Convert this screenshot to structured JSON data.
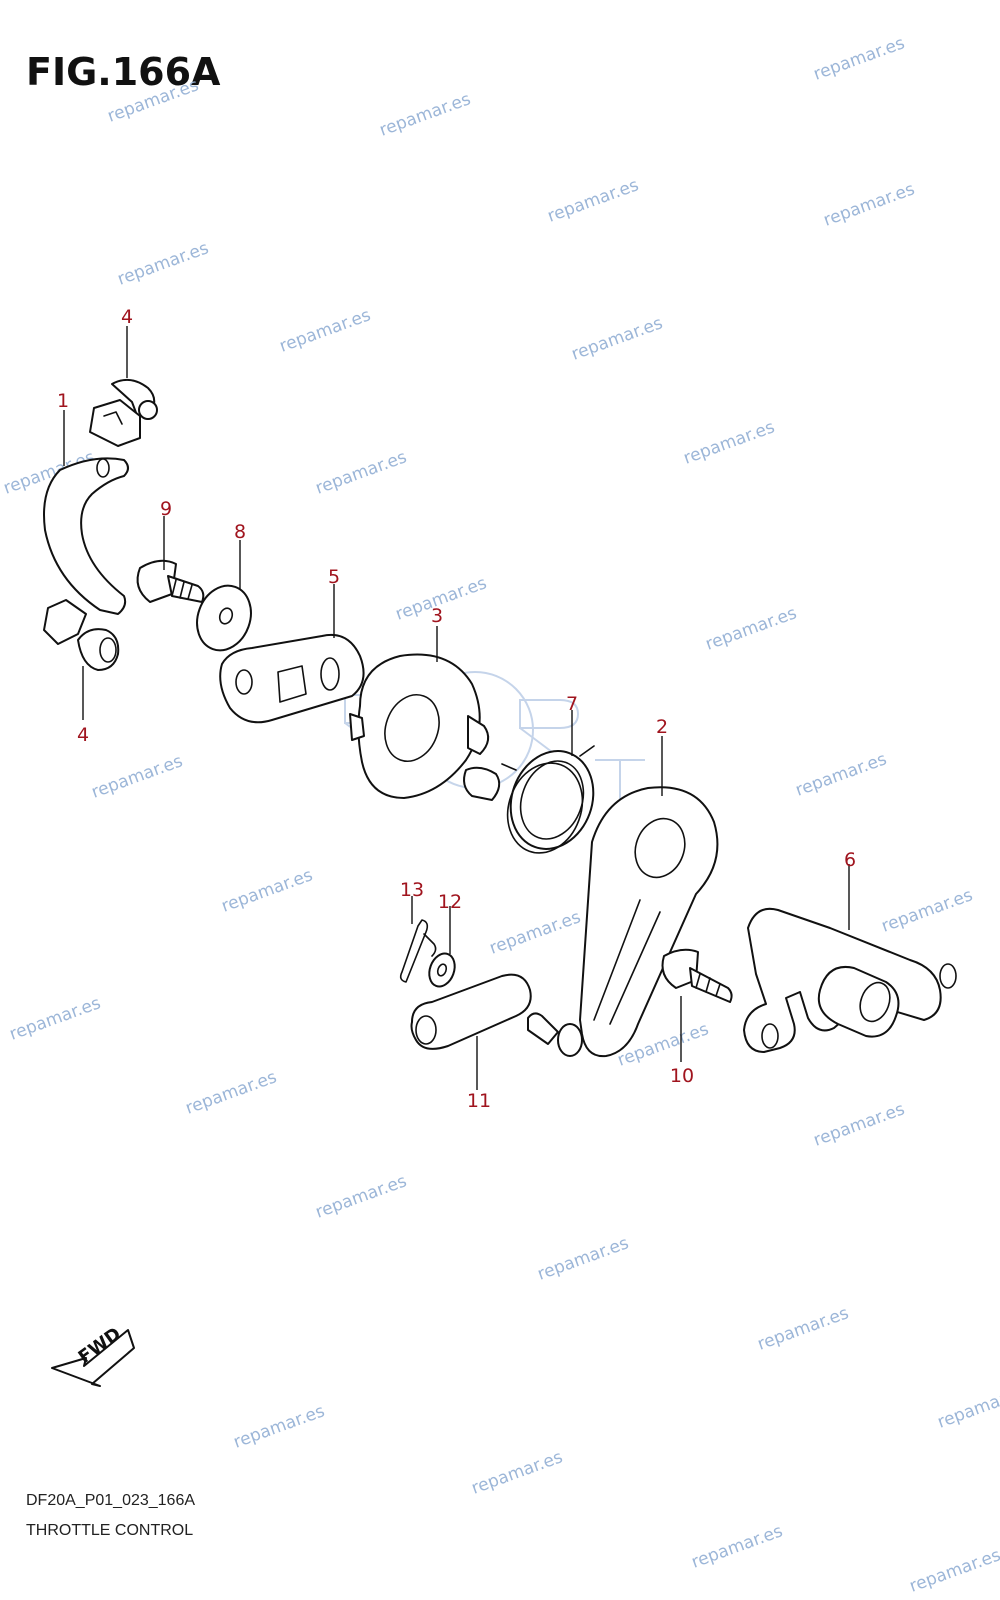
{
  "figure": {
    "title": "FIG.166A"
  },
  "callouts": [
    {
      "label": "1"
    },
    {
      "label": "2"
    },
    {
      "label": "3"
    },
    {
      "label": "4"
    },
    {
      "label": "4"
    },
    {
      "label": "5"
    },
    {
      "label": "6"
    },
    {
      "label": "7"
    },
    {
      "label": "8"
    },
    {
      "label": "9"
    },
    {
      "label": "10"
    },
    {
      "label": "11"
    },
    {
      "label": "12"
    },
    {
      "label": "13"
    }
  ],
  "fwd_label": "FWD",
  "watermark": "repamar.es",
  "footer": {
    "code": "DF20A_P01_023_166A",
    "caption": "THROTTLE CONTROL"
  },
  "colors": {
    "callout": "#a0141e",
    "watermark": "#9cb6d8",
    "line": "#111111"
  }
}
